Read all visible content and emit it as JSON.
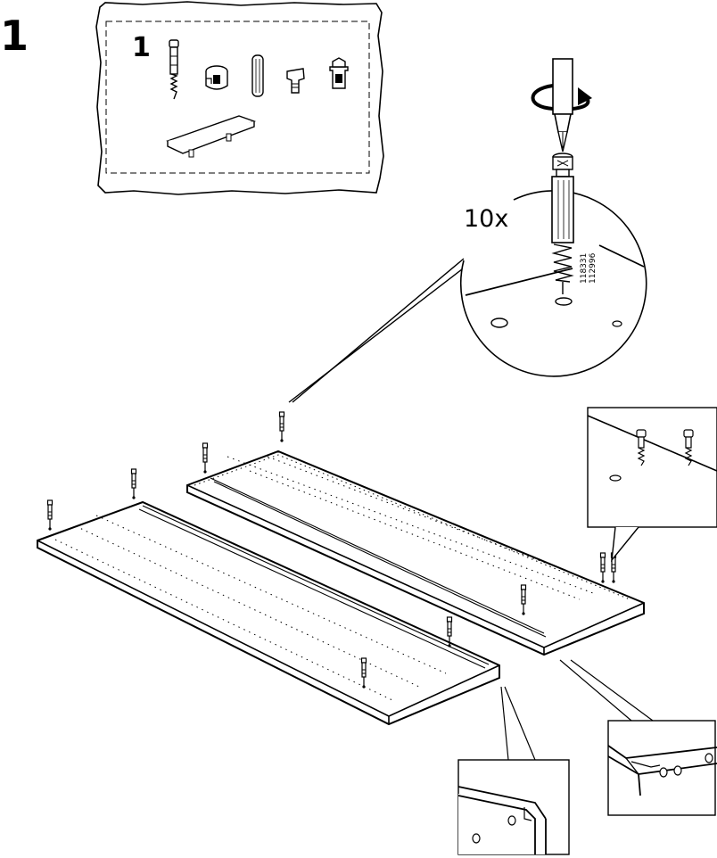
{
  "step": {
    "number": "1"
  },
  "parts_bag": {
    "bag_number": "1",
    "contents": [
      "cam-bolt-icon",
      "cam-lock-icon",
      "wooden-dowel-icon",
      "shelf-pin-icon",
      "cam-lock-housing-icon",
      "handle-icon"
    ]
  },
  "detail_screw": {
    "quantity": "10x",
    "part_numbers": [
      "118331",
      "112996"
    ],
    "tool": "phillips-screwdriver-icon",
    "rotation": "clockwise"
  },
  "colors": {
    "line": "#000000",
    "panel": "#ffffff",
    "shade": "#d9d9d9"
  }
}
